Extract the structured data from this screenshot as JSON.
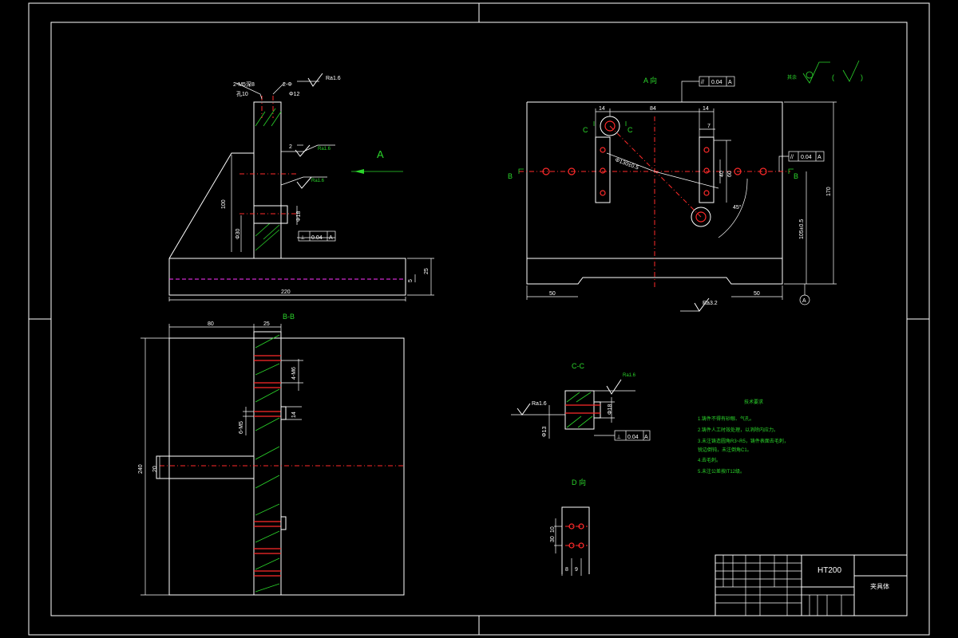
{
  "drawing": {
    "view_titles": {
      "view_a": "A 向",
      "section_bb": "B-B",
      "section_cc": "C-C",
      "view_d": "D 向",
      "arrow_a": "A"
    },
    "section_markers": {
      "b": "B",
      "c": "C",
      "datum": "A"
    },
    "roughness_note": {
      "prefix": "其余",
      "open": "(",
      "close": ")"
    },
    "surface_finish": {
      "ra16": "Ra1.6",
      "ra32": "Ra3.2"
    },
    "tolerance_frames": {
      "perp": {
        "symbol": "⊥",
        "value": "0.04",
        "datum": "A"
      },
      "parallel": {
        "symbol": "//",
        "value": "0.04",
        "datum": "A"
      }
    },
    "dims_front": {
      "m5": "2-M5深8",
      "m5_sub": "孔10",
      "phi": "2-Φ",
      "phi_sub": "Φ12",
      "d2": "2",
      "d100": "100",
      "d18": "Φ18",
      "d30": "Φ30",
      "d220": "220",
      "d25": "25",
      "d5": "5"
    },
    "dims_top": {
      "d14a": "14",
      "d84": "84",
      "d14b": "14",
      "d7": "7",
      "d40": "40",
      "d60": "60",
      "d170": "170",
      "d105": "105±0.5",
      "d130": "Φ130±0.5",
      "d50a": "50",
      "d50b": "50",
      "ang": "45°"
    },
    "dims_bb": {
      "d80": "80",
      "d25": "25",
      "d240": "240",
      "d20": "20",
      "m6": "4-M6",
      "m5": "6-M5",
      "d14": "14"
    },
    "dims_cc": {
      "d18": "Φ18",
      "d13": "Φ13"
    },
    "dims_d": {
      "d10": "10",
      "d30": "30",
      "d8": "8",
      "d9": "9"
    },
    "tech_req": {
      "title": "技术要求",
      "items": [
        "1.铸件不得有砂眼、气孔。",
        "2.铸件人工时效处理，以消除内应力。",
        "3.未注铸造圆角R3~R5，铸件表面去毛刺，",
        "锐边倒钝，未注倒角C1。",
        "4.去毛刺。",
        "5.未注公差按IT12级。"
      ]
    },
    "title_block": {
      "material": "HT200",
      "part_name": "夹具体"
    }
  }
}
